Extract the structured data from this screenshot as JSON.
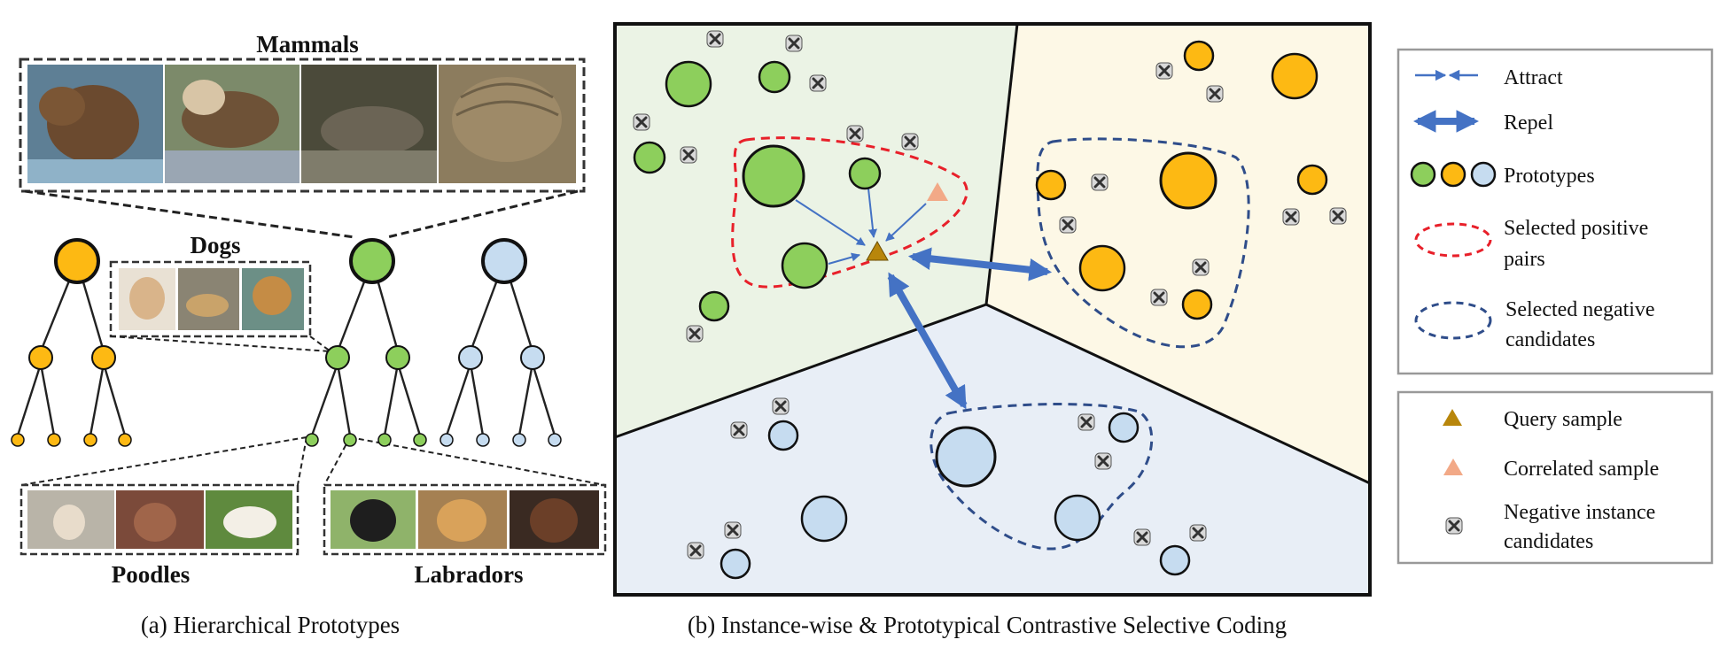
{
  "panel_a": {
    "labels": {
      "mammals": "Mammals",
      "dogs": "Dogs",
      "poodles": "Poodles",
      "labradors": "Labradors"
    },
    "caption": "(a) Hierarchical Prototypes",
    "colors": {
      "orange": "#FDB913",
      "green": "#8DCF5C",
      "blue": "#C6DCF0"
    }
  },
  "panel_b": {
    "caption": "(b) Instance-wise & Prototypical Contrastive Selective Coding",
    "region_colors": {
      "green": "#EBF3E5",
      "yellow": "#FDF8E6",
      "blue": "#E8EEF6"
    }
  },
  "legend": {
    "items": [
      {
        "icon": "attract-arrows-icon",
        "label": "Attract"
      },
      {
        "icon": "repel-arrow-icon",
        "label": "Repel"
      },
      {
        "icon": "prototype-circles-icon",
        "label": "Prototypes"
      },
      {
        "icon": "red-dashed-ellipse-icon",
        "label_lines": [
          "Selected positive",
          "pairs"
        ]
      },
      {
        "icon": "blue-dashed-ellipse-icon",
        "label_lines": [
          "Selected negative",
          "candidates"
        ]
      }
    ],
    "samples": [
      {
        "icon": "query-triangle-icon",
        "label": "Query sample"
      },
      {
        "icon": "correlated-triangle-icon",
        "label": "Correlated sample"
      },
      {
        "icon": "negative-x-icon",
        "label_lines": [
          "Negative instance",
          "candidates"
        ]
      }
    ]
  }
}
